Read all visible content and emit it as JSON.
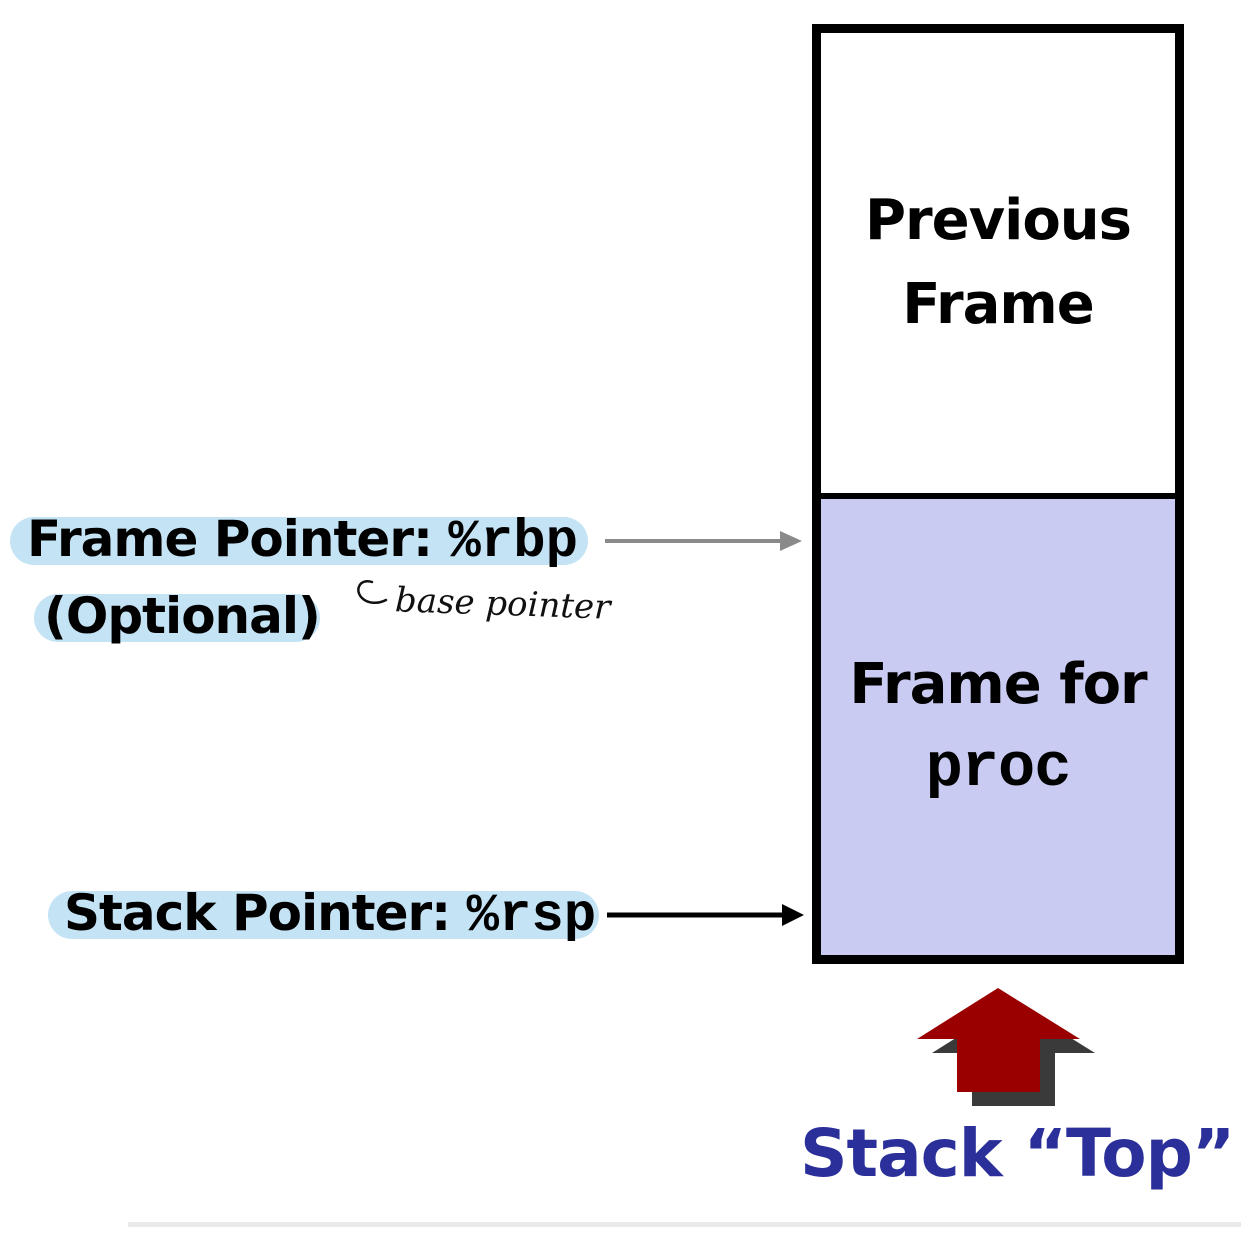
{
  "stack": {
    "previous_frame": {
      "line1": "Previous",
      "line2": "Frame"
    },
    "current_frame": {
      "line1": "Frame for",
      "line2": "proc"
    },
    "colors": {
      "previous_frame_fill": "#ffffff",
      "current_frame_fill": "#c9cbf2",
      "border": "#000000"
    }
  },
  "frame_pointer": {
    "label": "Frame Pointer: ",
    "register": "%rbp",
    "note": "(Optional)",
    "arrow_color": "#8a8a8a"
  },
  "annotation": {
    "text": "base pointer"
  },
  "stack_pointer": {
    "label": "Stack Pointer: ",
    "register": "%rsp",
    "arrow_color": "#000000"
  },
  "stack_top": {
    "label": "Stack “Top”",
    "arrow_color": "#9a0000",
    "shadow_color": "#3a3a3a",
    "text_color": "#2a2f9a"
  },
  "highlight_color": "#c4e3f5"
}
